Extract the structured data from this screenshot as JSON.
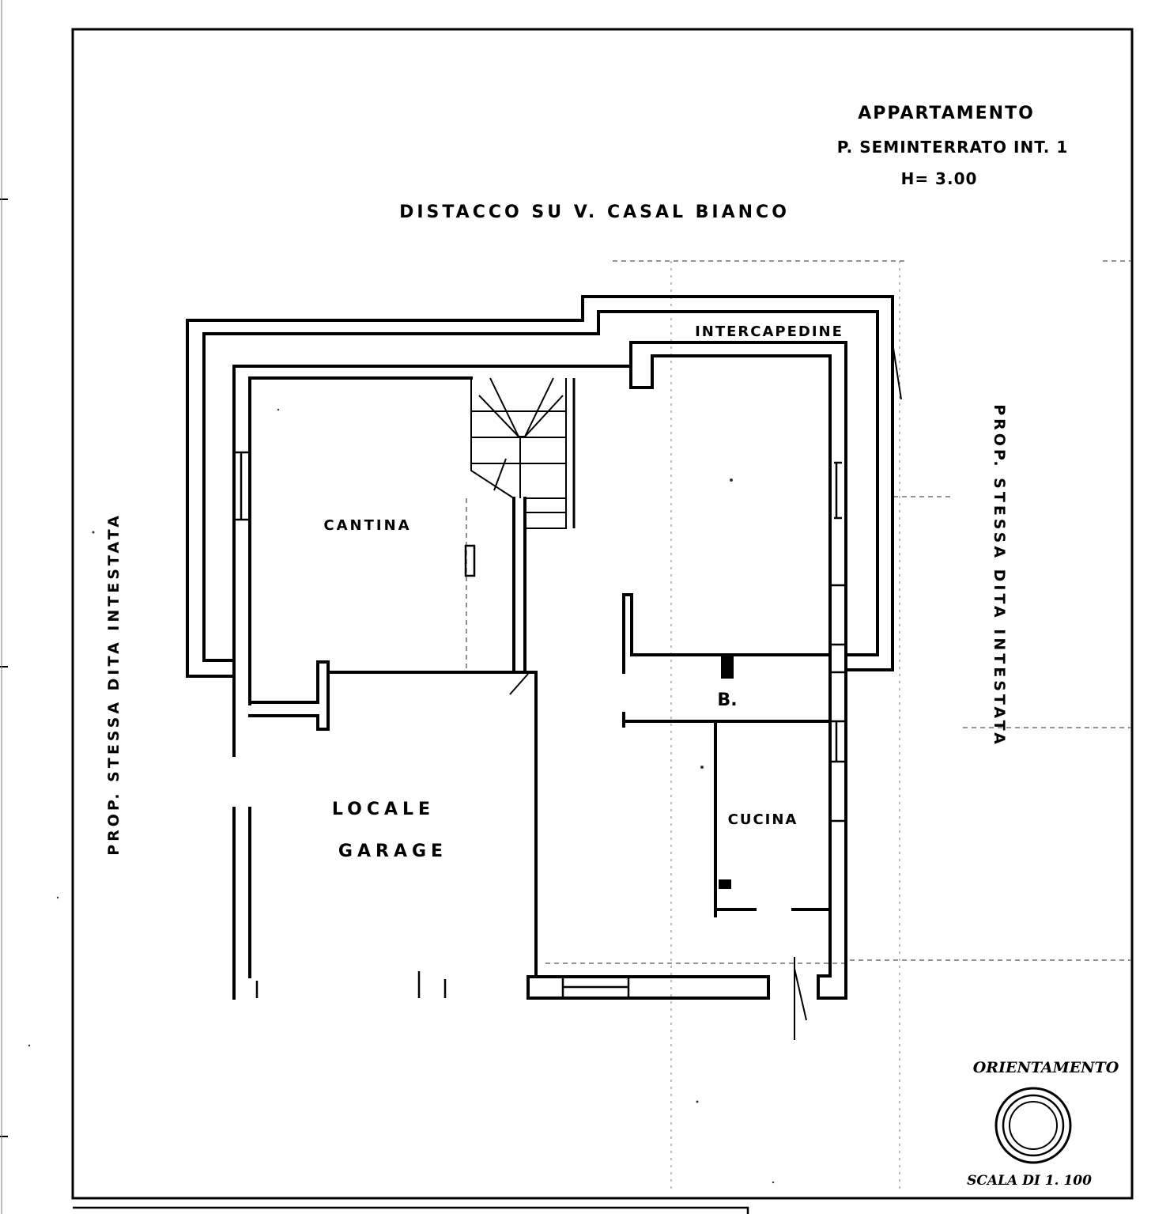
{
  "header": {
    "line1": "APPARTAMENTO",
    "line2": "P. SEMINTERRATO   INT. 1",
    "line3": "H= 3.00"
  },
  "boundaries": {
    "top": "DISTACCO SU V. CASAL BIANCO",
    "left": "PROP. STESSA DITA INTESTATA",
    "right": "PROP. STESSA DITA INTESTATA"
  },
  "rooms": {
    "cavity": "INTERCAPEDINE",
    "cellar": "CANTINA",
    "garage_line1": "LOCALE",
    "garage_line2": "GARAGE",
    "bath": "B.",
    "kitchen": "CUCINA"
  },
  "footer": {
    "orientation_label": "ORIENTAMENTO",
    "scale_label": "SCALA DI 1. 100"
  }
}
